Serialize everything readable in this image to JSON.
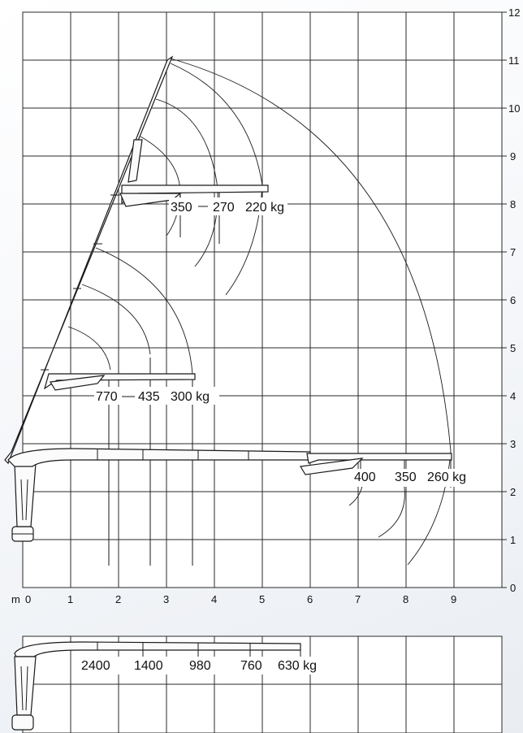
{
  "axes": {
    "x_unit": "m",
    "x_ticks": [
      "0",
      "1",
      "2",
      "3",
      "4",
      "5",
      "6",
      "7",
      "8",
      "9"
    ],
    "y_ticks": [
      "0",
      "1",
      "2",
      "3",
      "4",
      "5",
      "6",
      "7",
      "8",
      "9",
      "10",
      "11",
      "12"
    ]
  },
  "capacities": {
    "upper_jib": [
      "350",
      "270",
      "220 kg"
    ],
    "mid_jib": [
      "770",
      "435",
      "300 kg"
    ],
    "horizontal_jib": [
      "400",
      "350",
      "260 kg"
    ],
    "bottom_boom": [
      "2400",
      "1400",
      "980",
      "760",
      "630 kg"
    ]
  },
  "colors": {
    "line": "#1a1a1a",
    "background": "#f4f6f9"
  }
}
